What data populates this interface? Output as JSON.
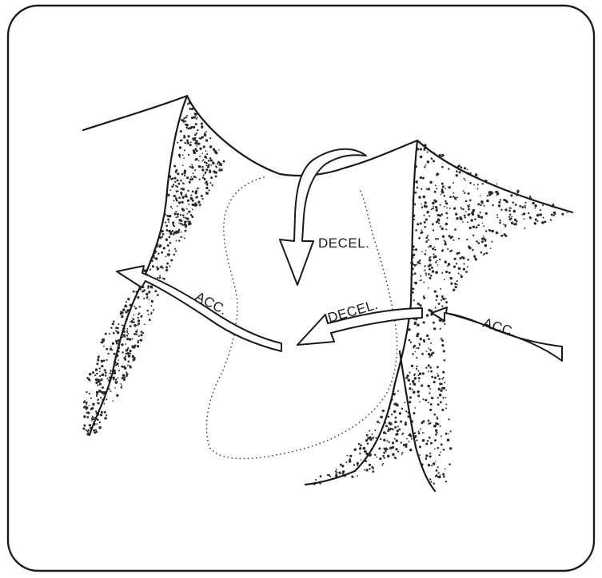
{
  "diagram": {
    "labels": {
      "decel_top": "DECEL.",
      "decel_right": "DECEL.",
      "acc_left": "ACC.",
      "acc_right": "ACC."
    },
    "colors": {
      "ink": "#1a1a1a",
      "paper": "#ffffff"
    },
    "icons": [
      "arrow-decel-top-icon",
      "arrow-decel-right-icon",
      "arrow-acc-left-icon",
      "arrow-acc-right-icon"
    ]
  }
}
